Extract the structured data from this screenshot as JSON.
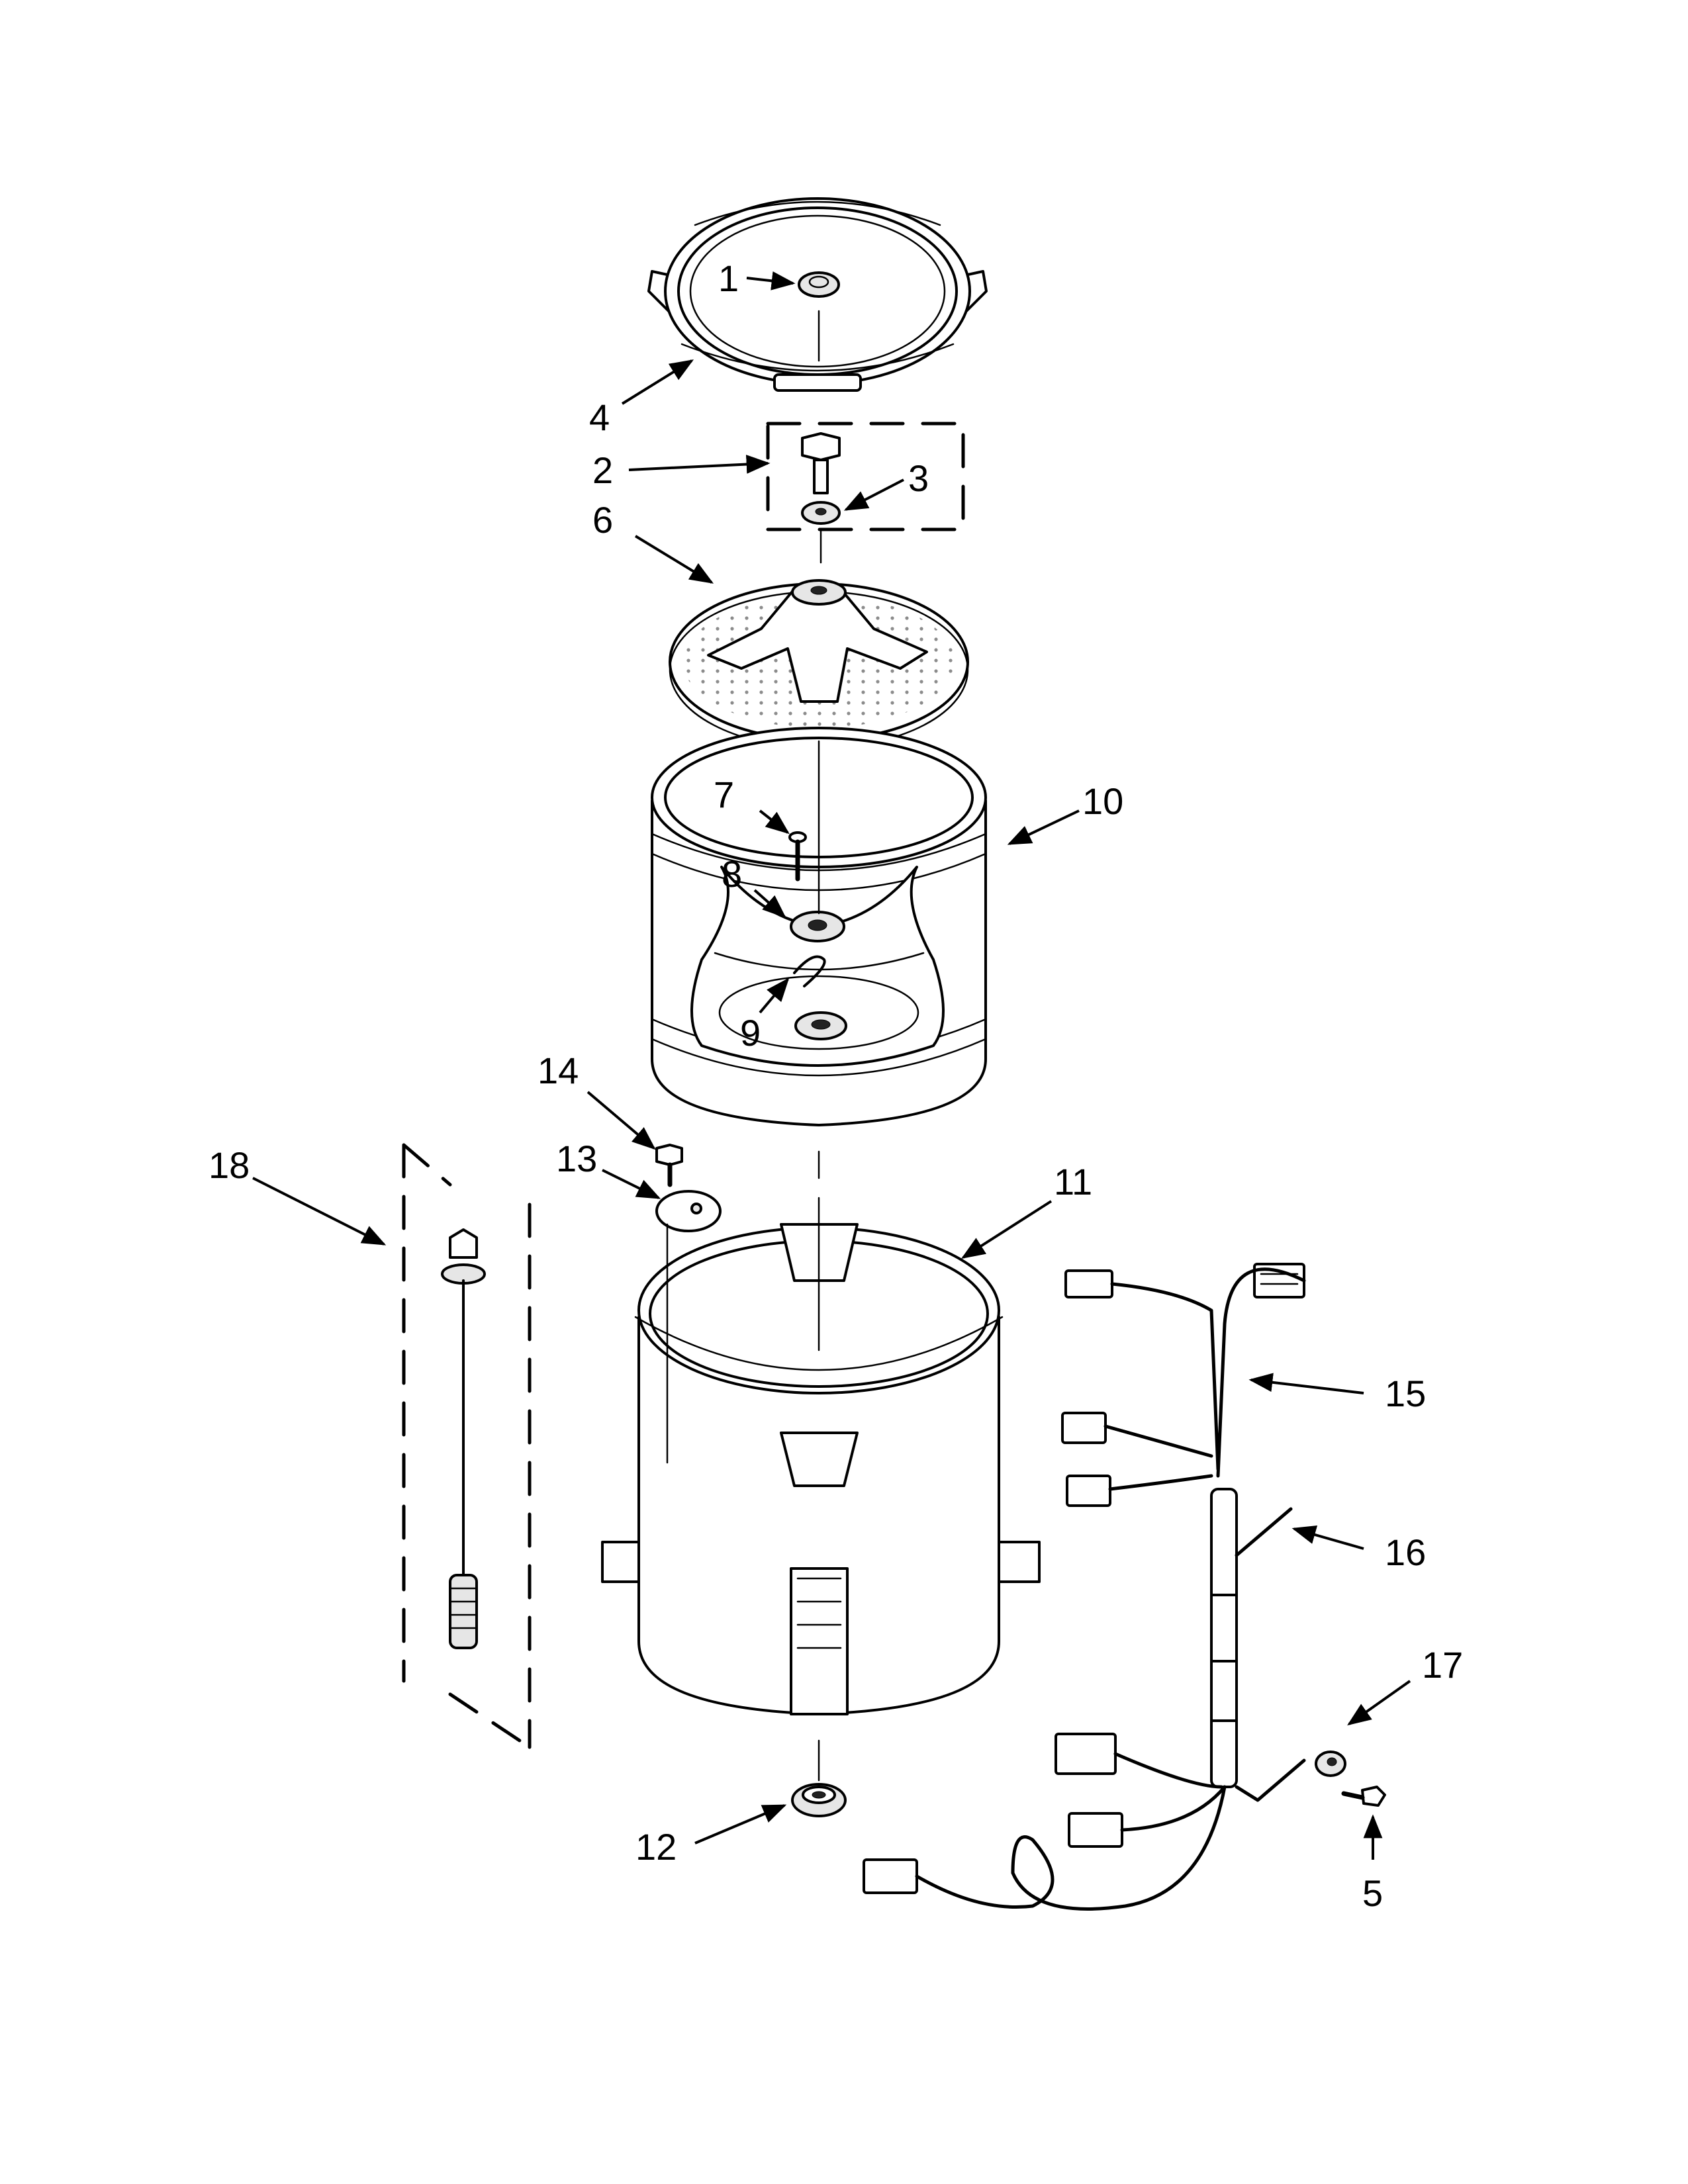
{
  "callouts": [
    {
      "id": "1",
      "text": "1"
    },
    {
      "id": "2",
      "text": "2"
    },
    {
      "id": "3",
      "text": "3"
    },
    {
      "id": "4",
      "text": "4"
    },
    {
      "id": "5",
      "text": "5"
    },
    {
      "id": "6",
      "text": "6"
    },
    {
      "id": "7",
      "text": "7"
    },
    {
      "id": "8",
      "text": "8"
    },
    {
      "id": "9",
      "text": "9"
    },
    {
      "id": "10",
      "text": "10"
    },
    {
      "id": "11",
      "text": "11"
    },
    {
      "id": "12",
      "text": "12"
    },
    {
      "id": "13",
      "text": "13"
    },
    {
      "id": "14",
      "text": "14"
    },
    {
      "id": "15",
      "text": "15"
    },
    {
      "id": "16",
      "text": "16"
    },
    {
      "id": "17",
      "text": "17"
    },
    {
      "id": "18",
      "text": "18"
    }
  ],
  "colors": {
    "line": "#000000",
    "background": "#ffffff",
    "shade": "#e6e6e6"
  }
}
